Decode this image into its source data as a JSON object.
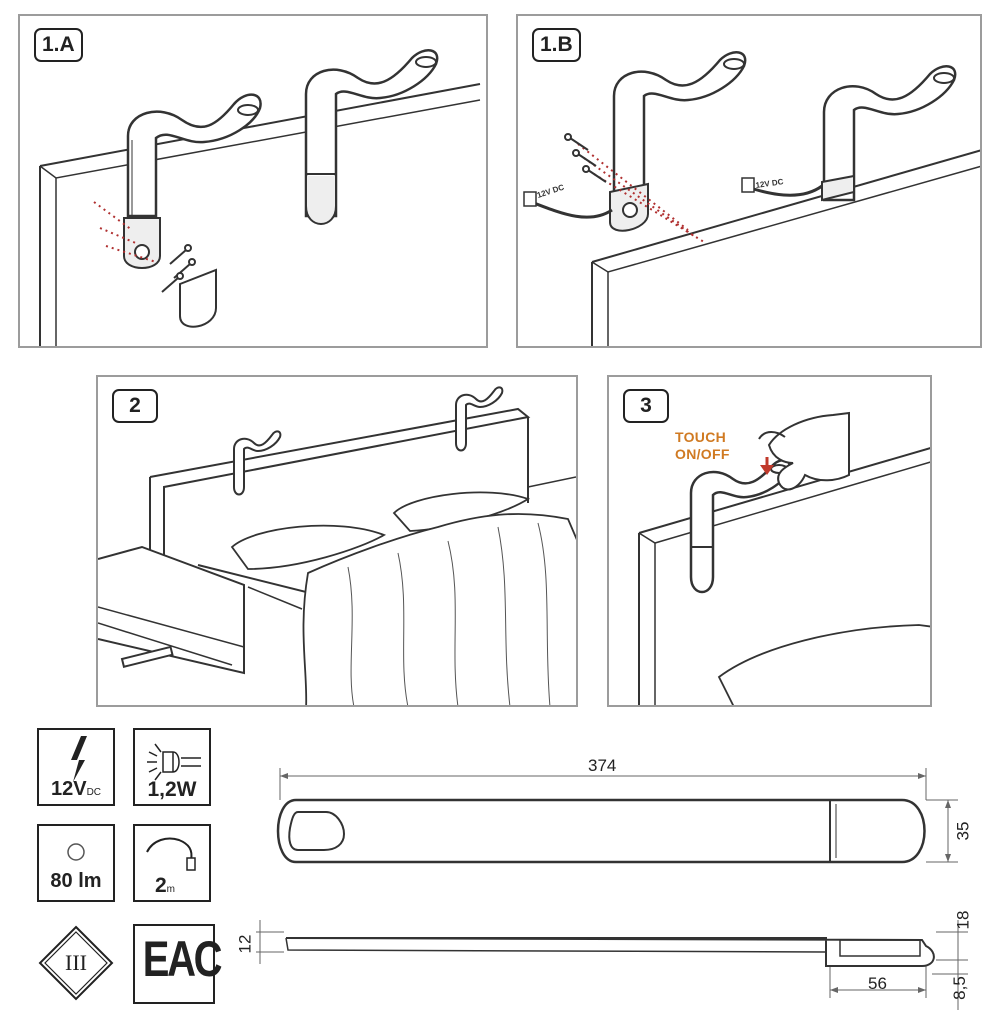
{
  "steps": {
    "step_1a": "1.A",
    "step_1b": "1.B",
    "step_2": "2",
    "step_3": "3",
    "voltage_tag": "12V DC",
    "touch_label_line1": "TOUCH",
    "touch_label_line2": "ON/OFF"
  },
  "specs": {
    "voltage": "12V",
    "voltage_unit": "DC",
    "power": "1,2W",
    "lumens": "80 lm",
    "cable": "2",
    "cable_unit": "m",
    "protection_class": "III",
    "certification": "EAC"
  },
  "dimensions": {
    "length": "374",
    "width": "35",
    "thickness": "12",
    "height": "18",
    "head_length": "56",
    "head_offset": "8,5"
  },
  "colors": {
    "line": "#333333",
    "panel_border": "#9c9c9c",
    "screw_dots": "#b03030",
    "accent": "#d07a22",
    "arrow": "#c0392b"
  }
}
